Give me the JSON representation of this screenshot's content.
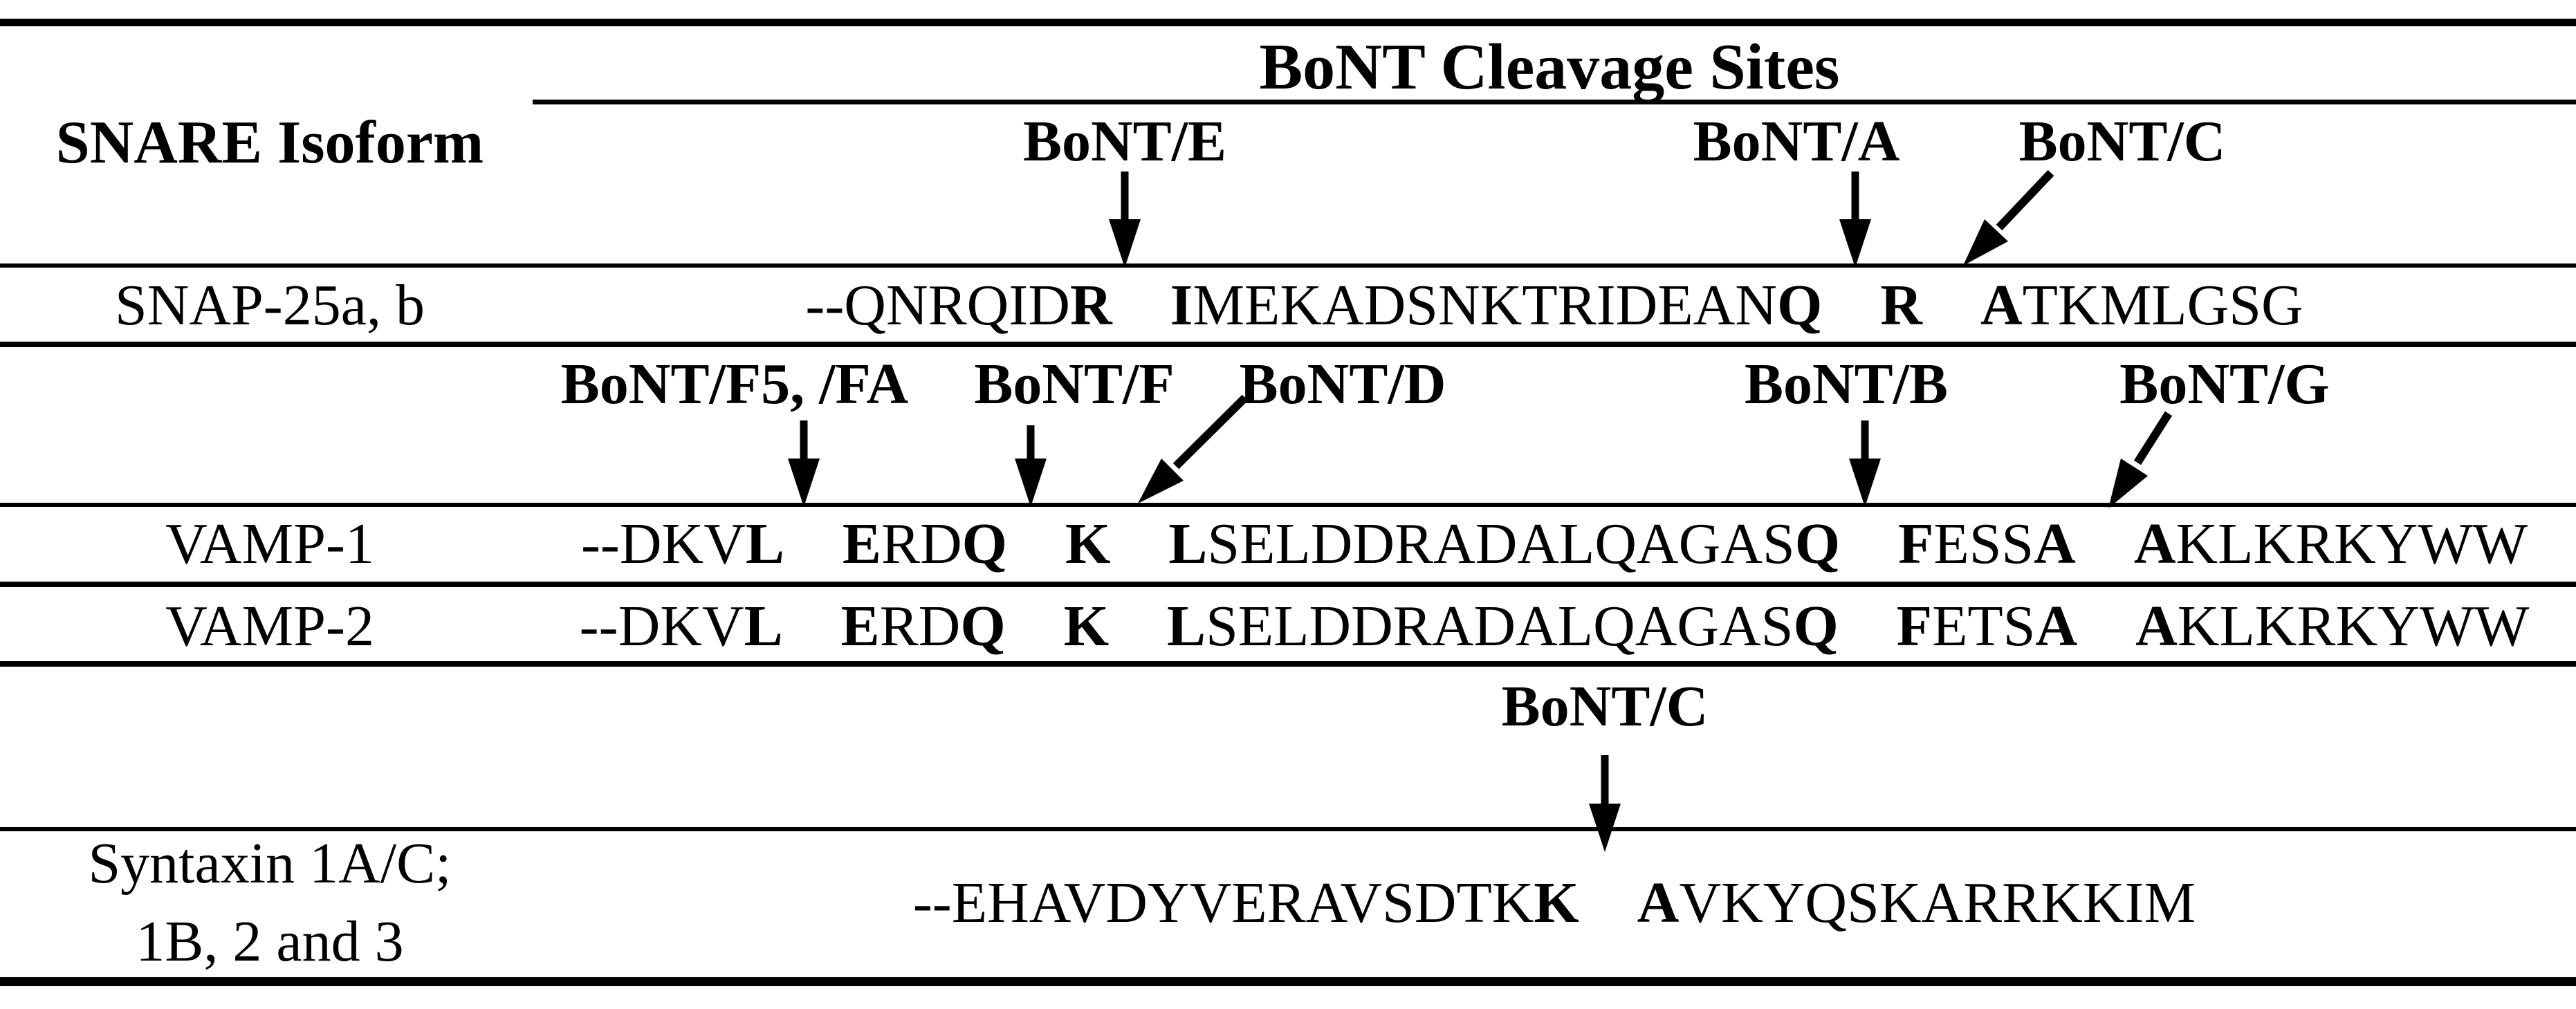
{
  "figure": {
    "column_header": "SNARE Isoform",
    "span_header": "BoNT Cleavage Sites"
  },
  "toxins": {
    "row1": [
      {
        "label": "BoNT/E"
      },
      {
        "label": "BoNT/A"
      },
      {
        "label": "BoNT/C"
      }
    ],
    "row2": [
      {
        "label": "BoNT/F5, /FA"
      },
      {
        "label": "BoNT/F"
      },
      {
        "label": "BoNT/D"
      },
      {
        "label": "BoNT/B"
      },
      {
        "label": "BoNT/G"
      }
    ],
    "row3": [
      {
        "label": "BoNT/C"
      }
    ]
  },
  "rows": [
    {
      "isoform": "SNAP-25a, b",
      "segments": [
        {
          "text": "--QNRQID"
        },
        {
          "text": "R",
          "bold": true
        },
        {
          "text": "    ",
          "gap": true
        },
        {
          "text": "I",
          "bold": true
        },
        {
          "text": "MEKADSNKTRIDEAN"
        },
        {
          "text": "Q",
          "bold": true
        },
        {
          "text": "    ",
          "gap": true
        },
        {
          "text": "R",
          "bold": true
        },
        {
          "text": "    ",
          "gap": true
        },
        {
          "text": "A",
          "bold": true
        },
        {
          "text": "TKMLGSG"
        }
      ]
    },
    {
      "isoform": "VAMP-1",
      "segments": [
        {
          "text": "--DKV"
        },
        {
          "text": "L",
          "bold": true
        },
        {
          "text": "    ",
          "gap": true
        },
        {
          "text": "E",
          "bold": true
        },
        {
          "text": "RD"
        },
        {
          "text": "Q",
          "bold": true
        },
        {
          "text": "    ",
          "gap": true
        },
        {
          "text": "K",
          "bold": true
        },
        {
          "text": "    ",
          "gap": true
        },
        {
          "text": "L",
          "bold": true
        },
        {
          "text": "SELDDRADALQAGAS"
        },
        {
          "text": "Q",
          "bold": true
        },
        {
          "text": "    ",
          "gap": true
        },
        {
          "text": "F",
          "bold": true
        },
        {
          "text": "ESS"
        },
        {
          "text": "A",
          "bold": true
        },
        {
          "text": "    ",
          "gap": true
        },
        {
          "text": "A",
          "bold": true
        },
        {
          "text": "KLKRKYWW"
        }
      ]
    },
    {
      "isoform": "VAMP-2",
      "segments": [
        {
          "text": "--DKV"
        },
        {
          "text": "L",
          "bold": true
        },
        {
          "text": "    ",
          "gap": true
        },
        {
          "text": "E",
          "bold": true
        },
        {
          "text": "RD"
        },
        {
          "text": "Q",
          "bold": true
        },
        {
          "text": "    ",
          "gap": true
        },
        {
          "text": "K",
          "bold": true
        },
        {
          "text": "    ",
          "gap": true
        },
        {
          "text": "L",
          "bold": true
        },
        {
          "text": "SELDDRADALQAGAS"
        },
        {
          "text": "Q",
          "bold": true
        },
        {
          "text": "    ",
          "gap": true
        },
        {
          "text": "F",
          "bold": true
        },
        {
          "text": "ETS"
        },
        {
          "text": "A",
          "bold": true
        },
        {
          "text": "    ",
          "gap": true
        },
        {
          "text": "A",
          "bold": true
        },
        {
          "text": "KLKRKYWW"
        }
      ]
    },
    {
      "isoform": "Syntaxin 1A/C;",
      "isoform_line2": "1B, 2 and 3",
      "segments": [
        {
          "text": "--EHAVDYVERAVSDTK"
        },
        {
          "text": "K",
          "bold": true
        },
        {
          "text": "    ",
          "gap": true
        },
        {
          "text": "A",
          "bold": true
        },
        {
          "text": "VKYQSKARRKKIM"
        }
      ]
    }
  ],
  "colors": {
    "ink": "#000000",
    "background": "#ffffff"
  }
}
